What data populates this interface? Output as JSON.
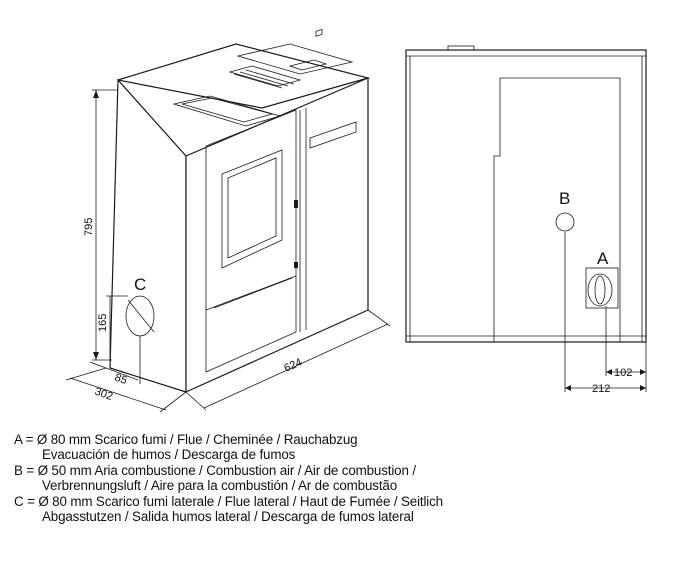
{
  "dimensions": {
    "height": "795",
    "width": "624",
    "depth": "302",
    "outlet_c_height": "165",
    "outlet_c_offset": "85",
    "outlet_a_offset": "102",
    "outlet_b_offset": "212"
  },
  "callouts": {
    "a": "A",
    "b": "B",
    "c": "C"
  },
  "legend": [
    {
      "line1": "A = Ø 80 mm  Scarico fumi / Flue / Cheminée / Rauchabzug",
      "line2": "Evacuación de humos / Descarga de fumos"
    },
    {
      "line1": "B = Ø 50 mm  Aria combustione / Combustion air / Air de combustion /",
      "line2": "Verbrennungsluft / Aire para la combustión / Ar de combustão"
    },
    {
      "line1": "C = Ø 80 mm  Scarico fumi laterale / Flue lateral / Haut de Fumée / Seitlich",
      "line2": "Abgasstutzen / Salida humos lateral / Descarga de fumos lateral"
    }
  ]
}
